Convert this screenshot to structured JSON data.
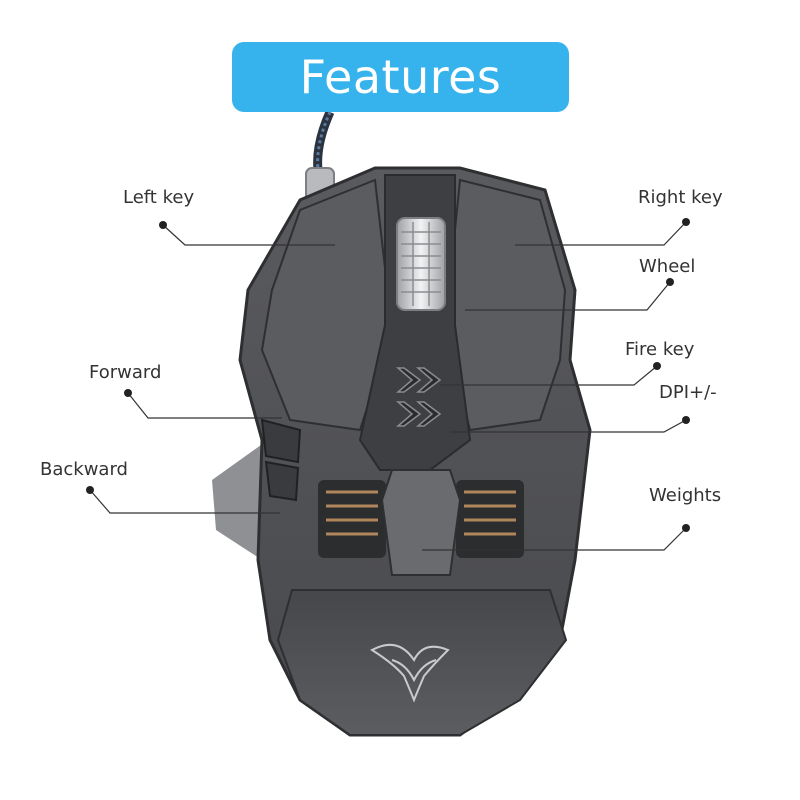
{
  "banner": {
    "title": "Features"
  },
  "callouts": {
    "left_key": "Left key",
    "right_key": "Right key",
    "wheel": "Wheel",
    "fire_key": "Fire key",
    "dpi": "DPI+/-",
    "forward": "Forward",
    "backward": "Backward",
    "weights": "Weights"
  },
  "colors": {
    "banner_bg": "#36b3ec",
    "mouse_body": "#4e4f52",
    "mouse_shell": "#616266",
    "accent_chrome": "#cfd1d4",
    "leader_line": "#333333"
  },
  "icons": {
    "logo": "phoenix-logo-icon"
  }
}
